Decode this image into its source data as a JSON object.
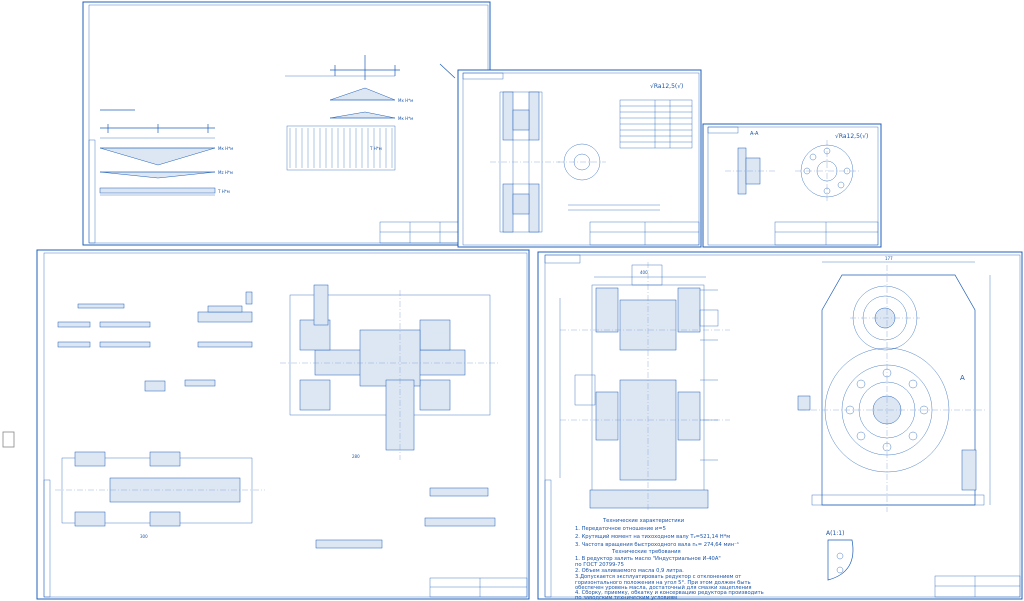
{
  "notes": {
    "tech_char_title": "Технические характеристики",
    "tech_char_1": "1. Передаточное отношение и=5",
    "tech_char_2": "2. Крутящий момент на тихоходном валу T₂=521,14 Н*м",
    "tech_char_3": "3. Частота вращения быстроходного вала n₁= 274,64 мин⁻¹",
    "tech_req_title": "Технические требования",
    "tech_req_1": "1. В редуктор залить масло \"Индустриальное И-40А\"",
    "tech_req_1b": "по ГОСТ 20799-75",
    "tech_req_2": "2. Объем заливаемого масла 0,9 литра.",
    "tech_req_3": "3.Допускается эксплуатировать редуктор с отклонением от",
    "tech_req_3b": "горизонтального положения на угол 5°. При этом должен быть",
    "tech_req_3c": "обеспечен уровень масла, достаточный для смазки зацепления",
    "tech_req_4": "4. Сборку, приемку, обкатку и консервацию редуктора производить",
    "tech_req_4b": "по заводским техническим условиям"
  },
  "labels": {
    "roughness_1": "√Ra12,5(√)",
    "roughness_2": "√Ra12,5(√)",
    "section_aa": "A-A",
    "view_a": "A",
    "view_a2": "A(1:1)",
    "moment_1": "T Н*м",
    "moment_2": "Мк Н*м",
    "moment_3": "Мz Н*м",
    "moment_4": "T Н*м",
    "moment_5": "Мх Н*м",
    "dim_a": "400",
    "dim_b": "280",
    "dim_c": "177",
    "dim_d": "300"
  }
}
